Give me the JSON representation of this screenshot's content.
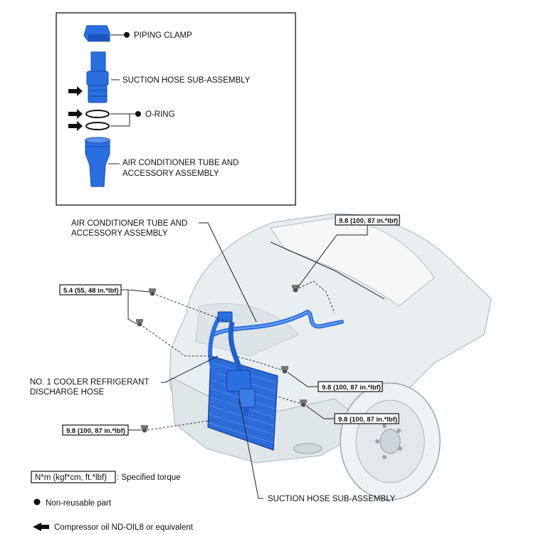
{
  "inset": {
    "piping_clamp": "PIPING CLAMP",
    "suction_hose": "SUCTION HOSE SUB-ASSEMBLY",
    "o_ring": "O-RING",
    "ac_tube_line1": "AIR CONDITIONER TUBE AND",
    "ac_tube_line2": "ACCESSORY ASSEMBLY"
  },
  "main": {
    "ac_tube_line1": "AIR CONDITIONER TUBE AND",
    "ac_tube_line2": "ACCESSORY ASSEMBLY",
    "discharge_line1": "NO. 1 COOLER REFRIGERANT",
    "discharge_line2": "DISCHARGE HOSE",
    "suction_hose": "SUCTION HOSE SUB-ASSEMBLY"
  },
  "torques": {
    "top_right": "9.8 (100, 87 in.*lbf)",
    "left_upper": "5.4 (55, 48 in.*lbf)",
    "right_mid": "9.8 (100, 87 in.*lbf)",
    "right_low": "9.8 (100, 87 in.*lbf)",
    "left_lower": "9.8 (100, 87 in.*lbf)"
  },
  "legend": {
    "torque_key": "N*m (kgf*cm, ft.*lbf)",
    "torque_desc": ": Specified torque",
    "non_reusable": "Non-reusable part",
    "compressor_oil": "Compressor oil ND-OIL8 or equivalent"
  },
  "colors": {
    "part_blue": "#2a6fe0",
    "car_body": "#e9eef1"
  }
}
